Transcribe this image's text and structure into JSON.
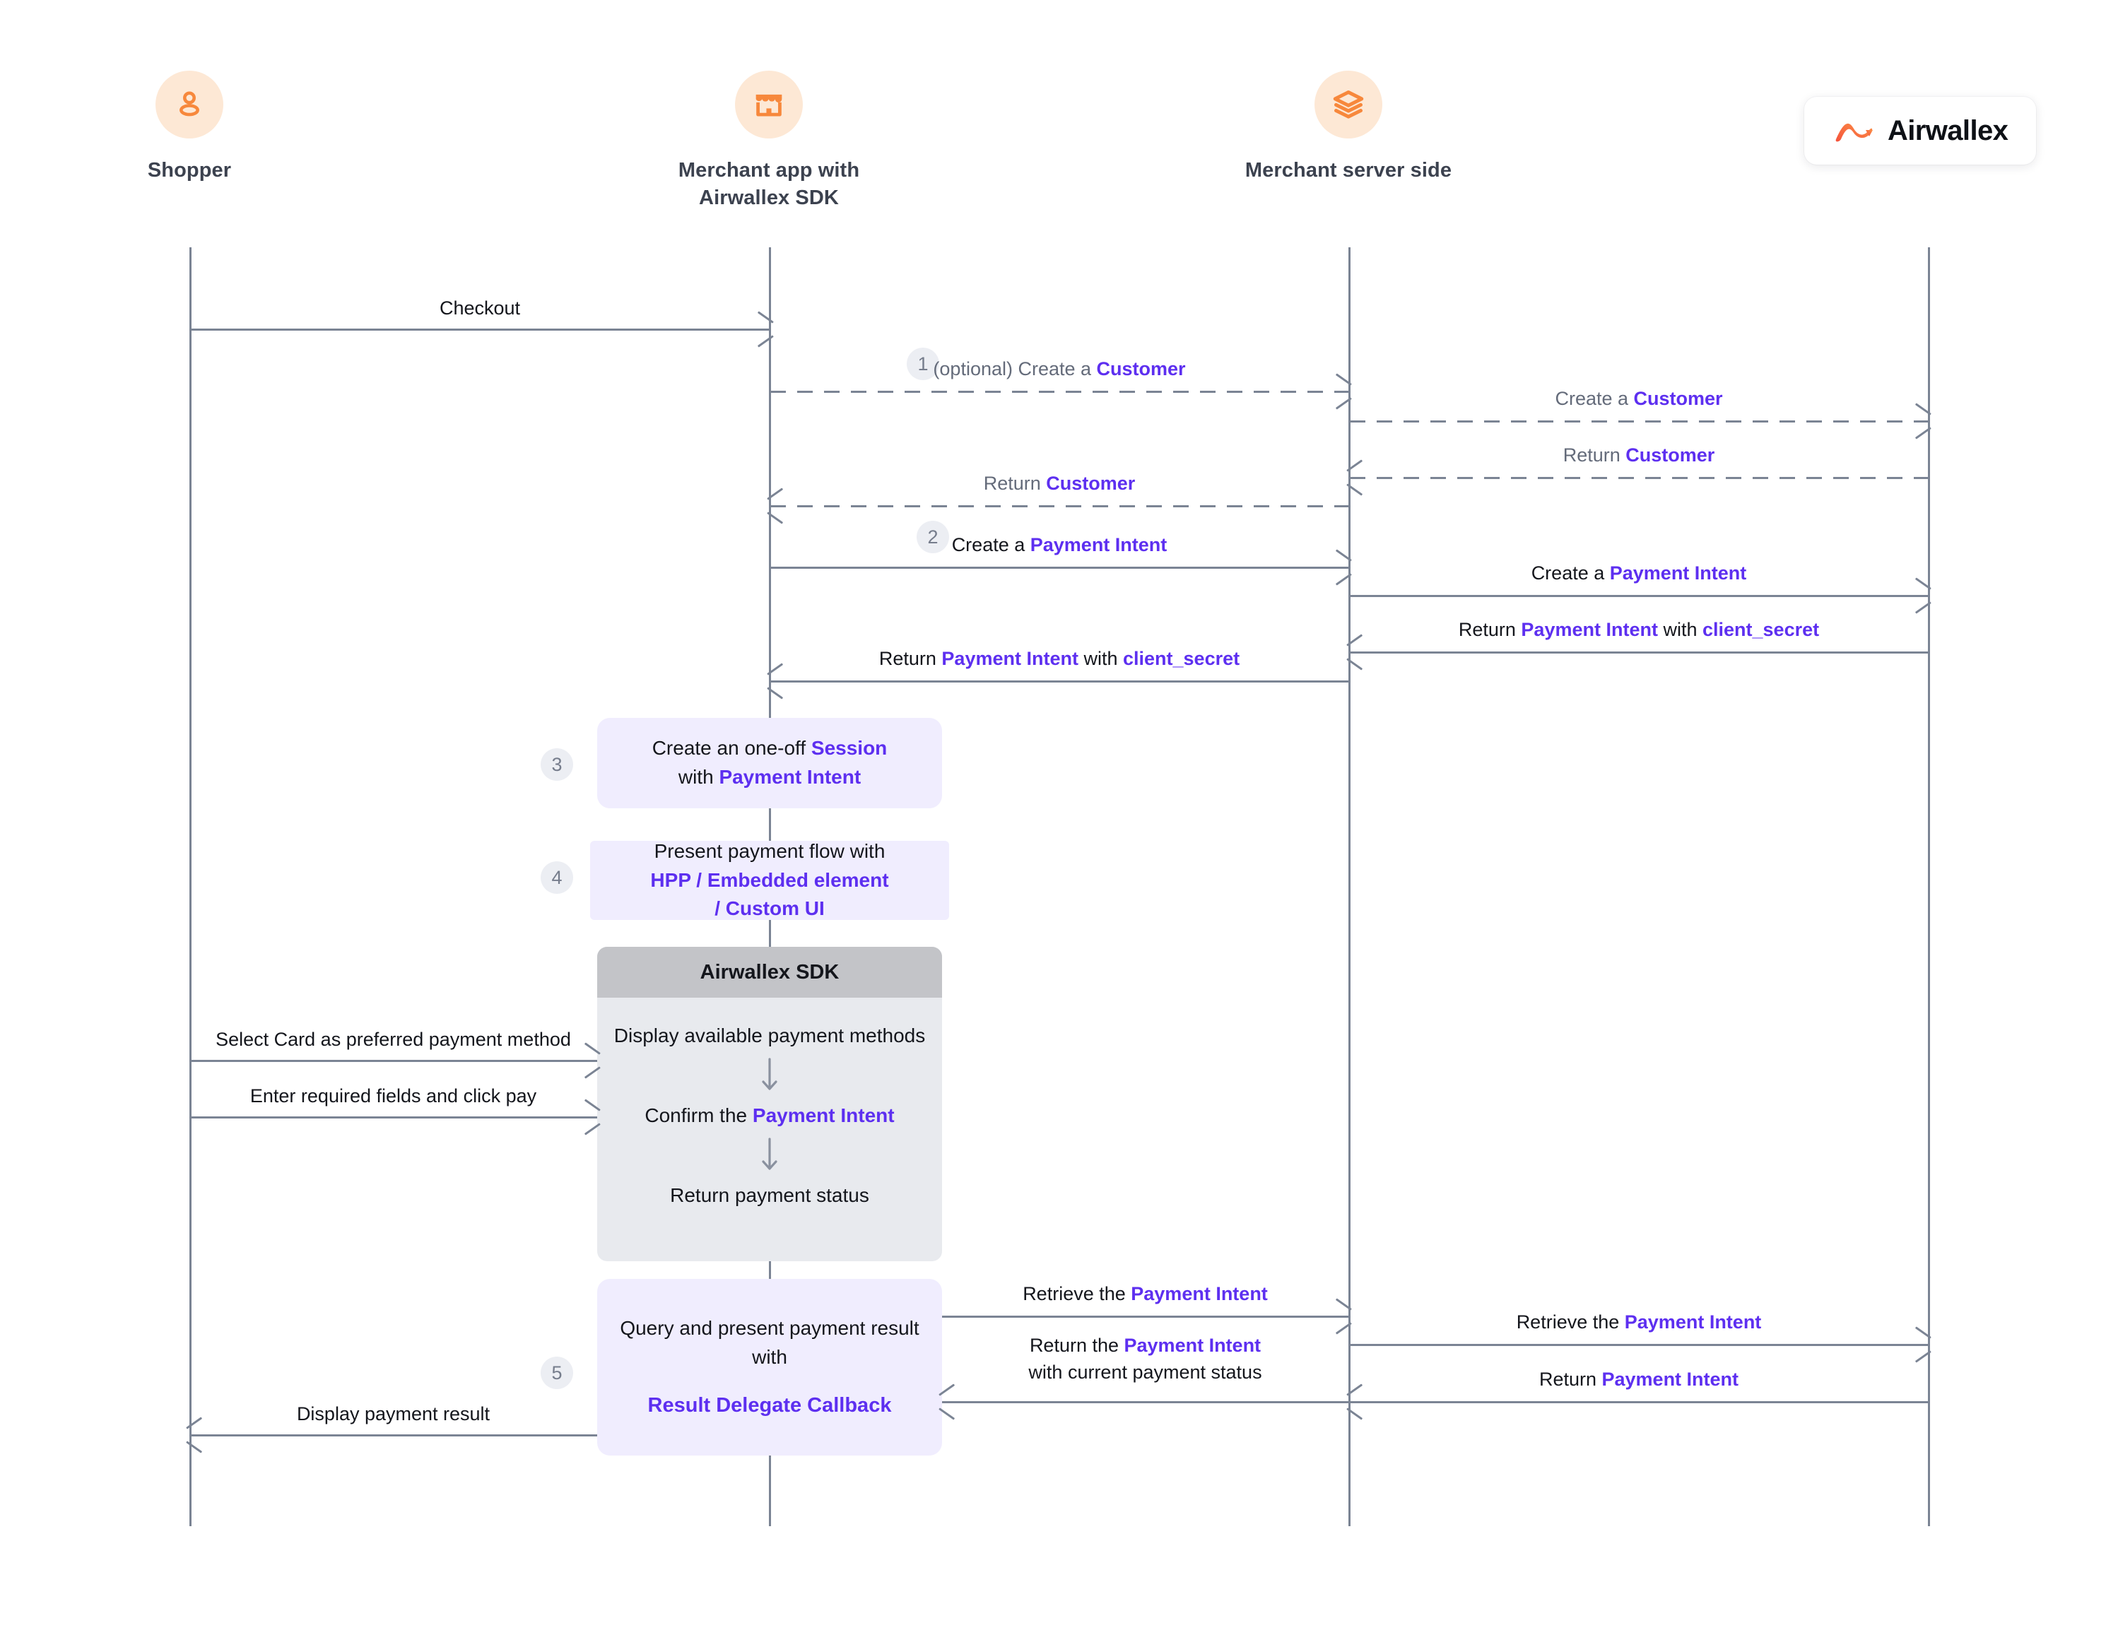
{
  "brand": {
    "name": "Airwallex",
    "logo_icon": "airwallex-logo-icon"
  },
  "actors": [
    {
      "id": "shopper",
      "label": "Shopper",
      "icon": "person-icon"
    },
    {
      "id": "app",
      "label": "Merchant app with\nAirwallex SDK",
      "icon": "storefront-icon"
    },
    {
      "id": "server",
      "label": "Merchant server side",
      "icon": "layers-icon"
    },
    {
      "id": "airwallex",
      "label": "",
      "icon": ""
    }
  ],
  "messages": [
    {
      "id": "checkout",
      "text_plain": "Checkout"
    },
    {
      "id": "create-customer-app",
      "prefix": "(optional) Create a ",
      "kw": "Customer",
      "step": "1"
    },
    {
      "id": "create-customer-server",
      "prefix": "Create a ",
      "kw": "Customer"
    },
    {
      "id": "return-customer-server",
      "prefix": "Return ",
      "kw": "Customer"
    },
    {
      "id": "return-customer-app",
      "prefix": "Return ",
      "kw": "Customer"
    },
    {
      "id": "create-pi-app",
      "prefix": "Create a ",
      "kw": "Payment Intent",
      "step": "2"
    },
    {
      "id": "create-pi-server",
      "prefix": "Create a ",
      "kw": "Payment Intent"
    },
    {
      "id": "return-pi-server",
      "prefix": "Return ",
      "kw": "Payment Intent",
      "mid": " with ",
      "kw2": "client_secret"
    },
    {
      "id": "return-pi-app",
      "prefix": "Return ",
      "kw": "Payment Intent",
      "mid": " with ",
      "kw2": "client_secret"
    },
    {
      "id": "select-card",
      "text_plain": "Select Card as preferred payment method"
    },
    {
      "id": "enter-fields",
      "text_plain": "Enter required fields and click pay"
    },
    {
      "id": "retrieve-pi-app",
      "prefix": "Retrieve the ",
      "kw": "Payment Intent"
    },
    {
      "id": "retrieve-pi-server",
      "prefix": "Retrieve the ",
      "kw": "Payment Intent"
    },
    {
      "id": "return-pi-status-server",
      "prefix": "Return ",
      "kw": "Payment Intent"
    },
    {
      "id": "return-pi-status-app",
      "prefix": "Return the ",
      "kw": "Payment Intent",
      "line2": "with current payment status"
    },
    {
      "id": "display-result",
      "text_plain": "Display payment result"
    }
  ],
  "notes": [
    {
      "id": "create-session",
      "step": "3",
      "line1_pre": "Create an  one-off ",
      "line1_kw": "Session",
      "line2_pre": "with ",
      "line2_kw": "Payment Intent"
    },
    {
      "id": "present-flow",
      "step": "4",
      "line1": "Present payment flow with",
      "line2_kw": "HPP /  Embedded element",
      "line3_kw": "/ Custom UI"
    },
    {
      "id": "query-result",
      "step": "5",
      "line1": "Query and present payment result",
      "line2": "with",
      "line3_kw": "Result Delegate Callback"
    }
  ],
  "sdk_box": {
    "title": "Airwallex SDK",
    "steps": [
      {
        "text": "Display available payment methods"
      },
      {
        "pre": "Confirm the ",
        "kw": "Payment Intent"
      },
      {
        "text": "Return payment status"
      }
    ],
    "connector_icon": "arrow-down-icon"
  },
  "colors": {
    "accent_purple": "#5d2ff0",
    "actor_orange": "#f7883c",
    "actor_bubble": "#fde8d5",
    "line_gray": "#7b8494",
    "note_lavender": "#f0edfe",
    "sdk_header_gray": "#c3c4c8",
    "sdk_body_gray": "#e8eaee",
    "badge_gray": "#eceef3"
  }
}
